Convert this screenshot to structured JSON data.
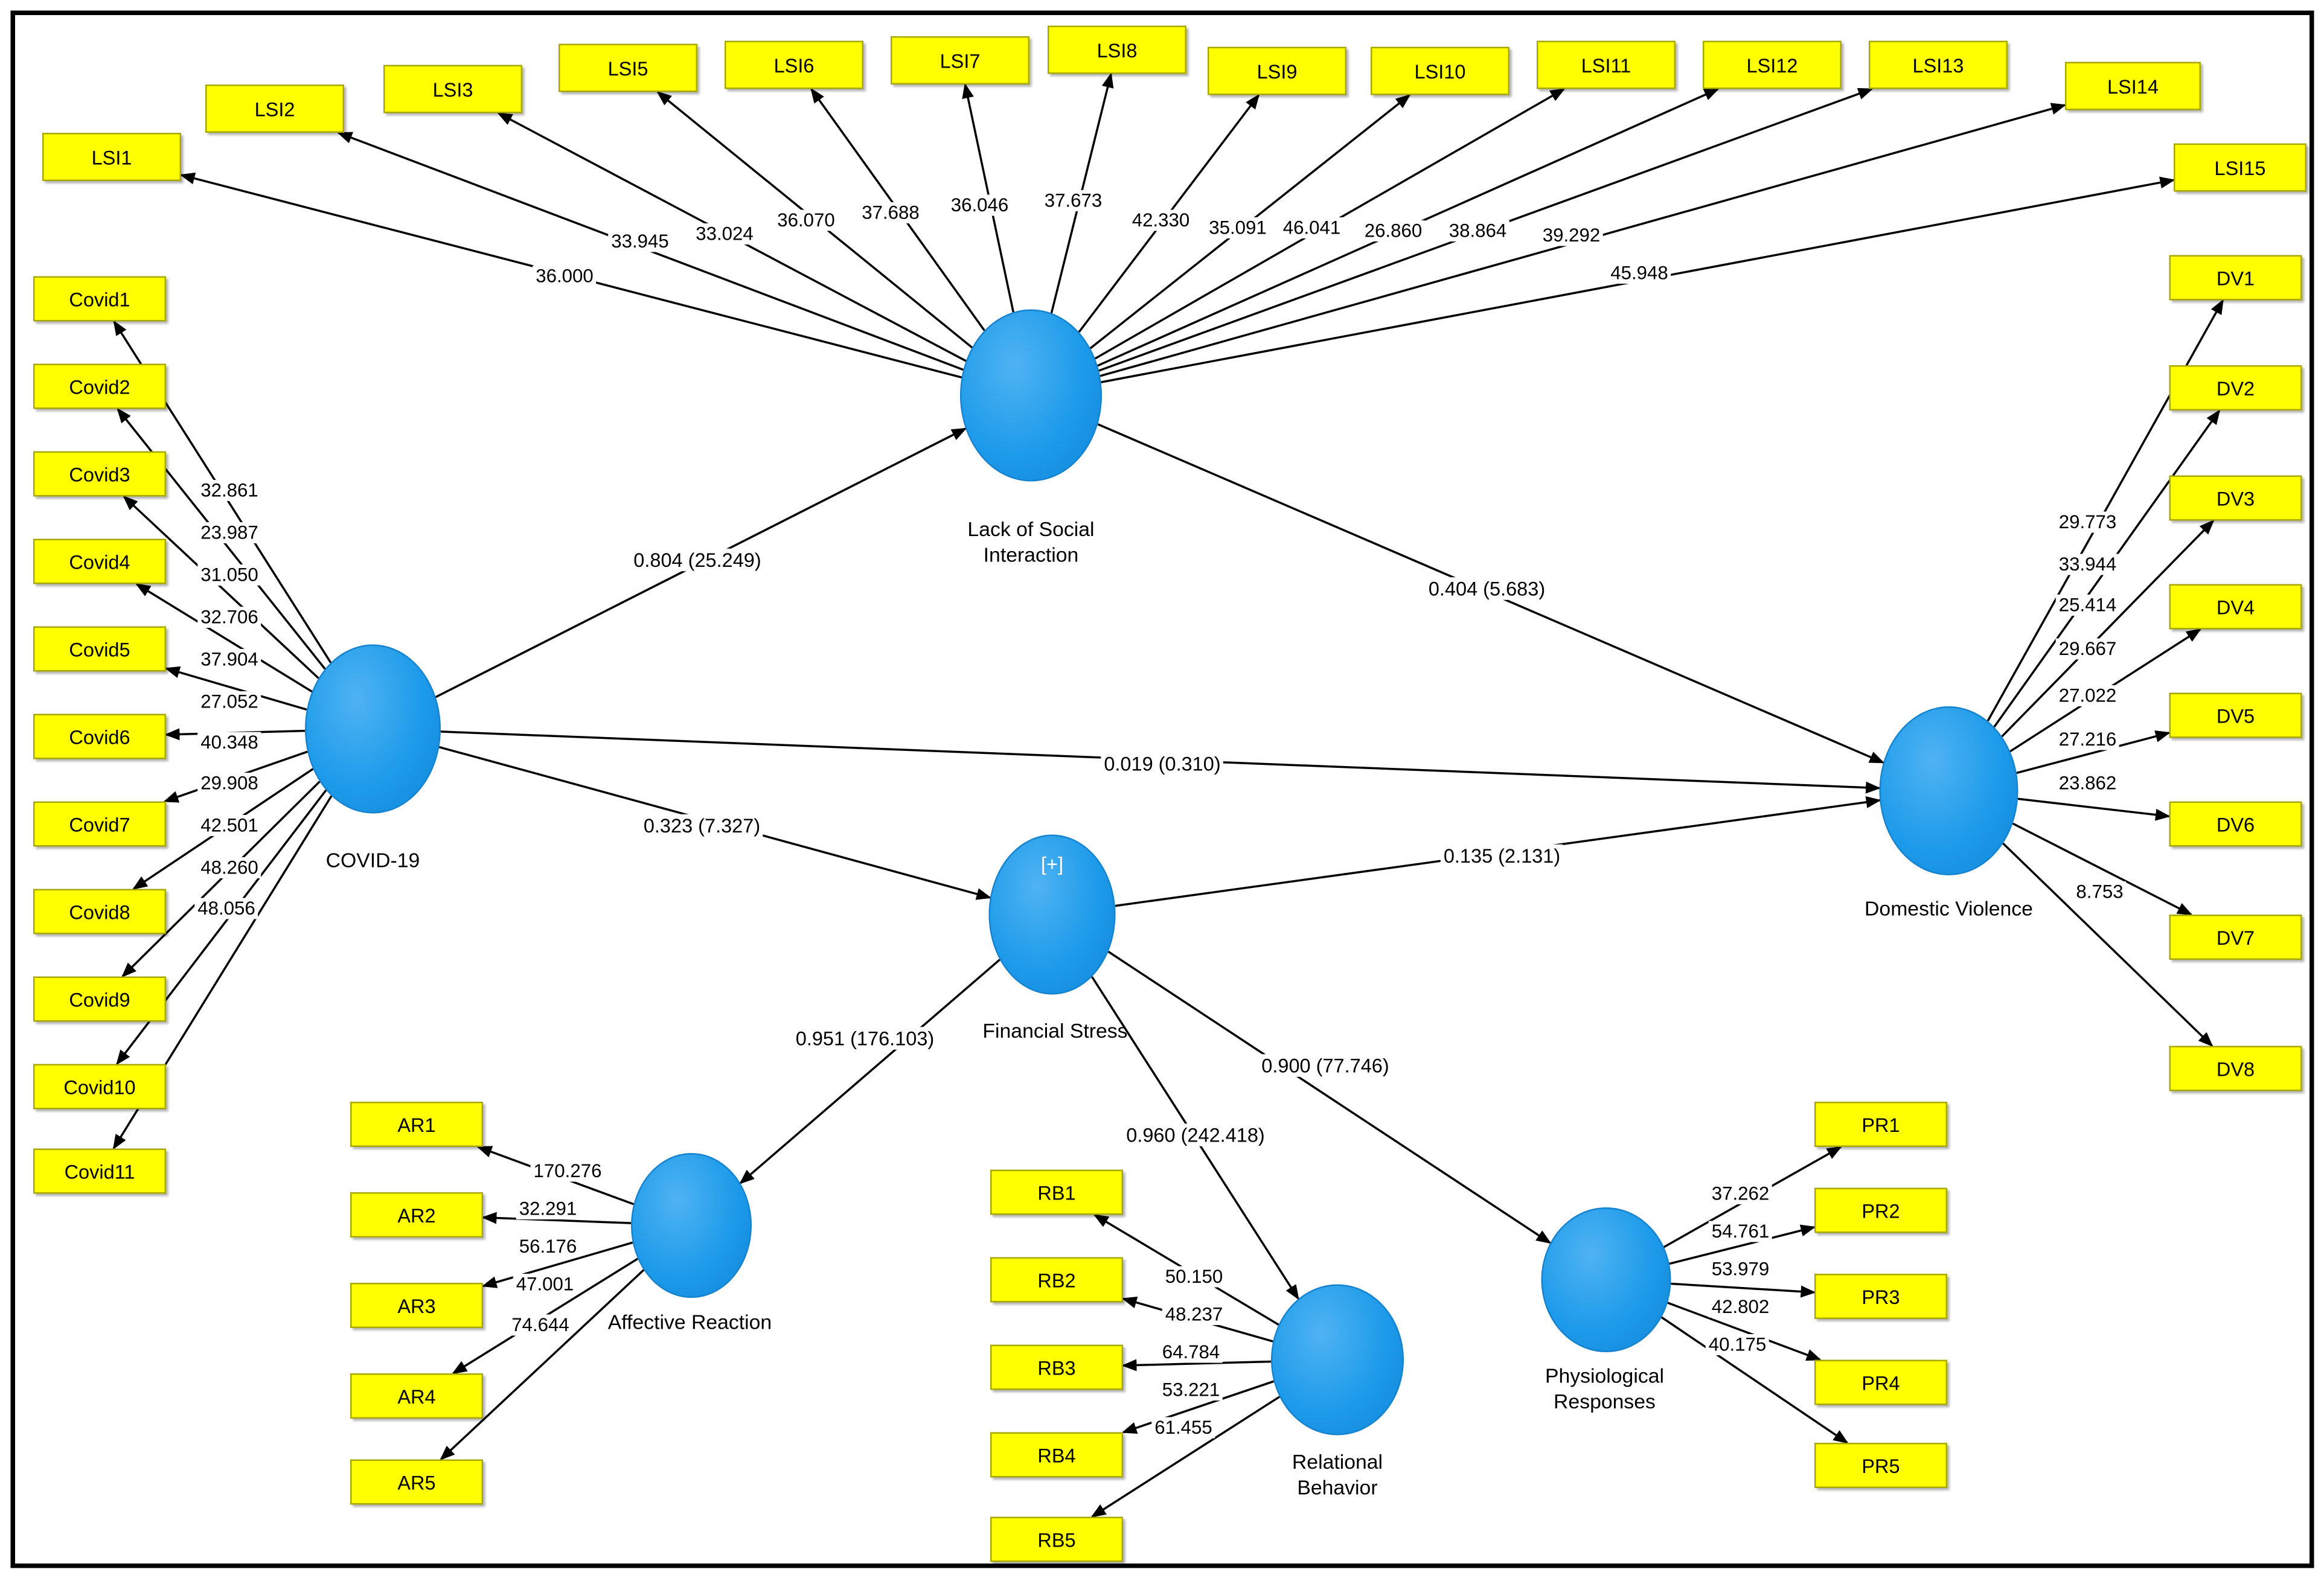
{
  "diagram": {
    "type": "pls-sem-path-model",
    "colors": {
      "indicator_fill": "#FFFF00",
      "indicator_border": "#A8A800",
      "construct_fill": "#1E9BEA",
      "arrow": "#000000"
    },
    "constructs": [
      {
        "id": "covid",
        "label": "COVID-19",
        "indicators": [
          {
            "name": "Covid1",
            "loading": "32.861"
          },
          {
            "name": "Covid2",
            "loading": "23.987"
          },
          {
            "name": "Covid3",
            "loading": "31.050"
          },
          {
            "name": "Covid4",
            "loading": "32.706"
          },
          {
            "name": "Covid5",
            "loading": "37.904"
          },
          {
            "name": "Covid6",
            "loading": "27.052"
          },
          {
            "name": "Covid7",
            "loading": "40.348"
          },
          {
            "name": "Covid8",
            "loading": "29.908"
          },
          {
            "name": "Covid9",
            "loading": "42.501"
          },
          {
            "name": "Covid10",
            "loading": "48.260"
          },
          {
            "name": "Covid11",
            "loading": "48.056"
          }
        ]
      },
      {
        "id": "lsi",
        "label": "Lack of Social Interaction",
        "indicators": [
          {
            "name": "LSI1",
            "loading": "36.000"
          },
          {
            "name": "LSI2",
            "loading": "33.945"
          },
          {
            "name": "LSI3",
            "loading": "33.024"
          },
          {
            "name": "LSI5",
            "loading": "36.070"
          },
          {
            "name": "LSI6",
            "loading": "37.688"
          },
          {
            "name": "LSI7",
            "loading": "36.046"
          },
          {
            "name": "LSI8",
            "loading": "37.673"
          },
          {
            "name": "LSI9",
            "loading": "42.330"
          },
          {
            "name": "LSI10",
            "loading": "35.091"
          },
          {
            "name": "LSI11",
            "loading": "46.041"
          },
          {
            "name": "LSI12",
            "loading": "26.860"
          },
          {
            "name": "LSI13",
            "loading": "38.864"
          },
          {
            "name": "LSI14",
            "loading": "39.292"
          },
          {
            "name": "LSI15",
            "loading": "45.948"
          }
        ]
      },
      {
        "id": "fs",
        "label": "Financial Stress",
        "collapsed_symbol": "[+]",
        "indicators": []
      },
      {
        "id": "dv",
        "label": "Domestic Violence",
        "indicators": [
          {
            "name": "DV1",
            "loading": "29.773"
          },
          {
            "name": "DV2",
            "loading": "33.944"
          },
          {
            "name": "DV3",
            "loading": "25.414"
          },
          {
            "name": "DV4",
            "loading": "29.667"
          },
          {
            "name": "DV5",
            "loading": "27.022"
          },
          {
            "name": "DV6",
            "loading": "27.216"
          },
          {
            "name": "DV7",
            "loading": "23.862"
          },
          {
            "name": "DV8",
            "loading": "8.753"
          }
        ]
      },
      {
        "id": "ar",
        "label": "Affective Reaction",
        "indicators": [
          {
            "name": "AR1",
            "loading": "170.276"
          },
          {
            "name": "AR2",
            "loading": "32.291"
          },
          {
            "name": "AR3",
            "loading": "56.176"
          },
          {
            "name": "AR4",
            "loading": "47.001"
          },
          {
            "name": "AR5",
            "loading": "74.644"
          }
        ]
      },
      {
        "id": "rb",
        "label": "Relational Behavior",
        "indicators": [
          {
            "name": "RB1",
            "loading": "50.150"
          },
          {
            "name": "RB2",
            "loading": "48.237"
          },
          {
            "name": "RB3",
            "loading": "64.784"
          },
          {
            "name": "RB4",
            "loading": "53.221"
          },
          {
            "name": "RB5",
            "loading": "61.455"
          }
        ]
      },
      {
        "id": "pr",
        "label": "Physiological Responses",
        "indicators": [
          {
            "name": "PR1",
            "loading": "37.262"
          },
          {
            "name": "PR2",
            "loading": "54.761"
          },
          {
            "name": "PR3",
            "loading": "53.979"
          },
          {
            "name": "PR4",
            "loading": "42.802"
          },
          {
            "name": "PR5",
            "loading": "40.175"
          }
        ]
      }
    ],
    "paths": [
      {
        "from": "covid",
        "to": "lsi",
        "label": "0.804 (25.249)"
      },
      {
        "from": "covid",
        "to": "dv",
        "label": "0.019 (0.310)"
      },
      {
        "from": "covid",
        "to": "fs",
        "label": "0.323 (7.327)"
      },
      {
        "from": "lsi",
        "to": "dv",
        "label": "0.404 (5.683)"
      },
      {
        "from": "fs",
        "to": "dv",
        "label": "0.135 (2.131)"
      },
      {
        "from": "fs",
        "to": "ar",
        "label": "0.951 (176.103)"
      },
      {
        "from": "fs",
        "to": "rb",
        "label": "0.960 (242.418)"
      },
      {
        "from": "fs",
        "to": "pr",
        "label": "0.900 (77.746)"
      }
    ]
  }
}
